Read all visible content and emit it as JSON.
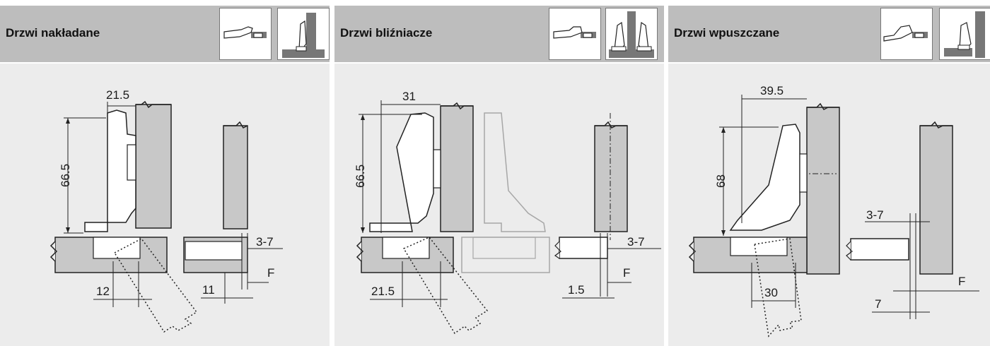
{
  "panels": [
    {
      "title": "Drzwi nakładane",
      "dims": {
        "width_top": "21.5",
        "height": "66.5",
        "gap": "3-7",
        "f": "F",
        "bottom_left": "12",
        "bottom_right": "11"
      }
    },
    {
      "title": "Drzwi bliźniacze",
      "dims": {
        "width_top": "31",
        "height": "66.5",
        "gap": "3-7",
        "f": "F",
        "bottom_left": "21.5",
        "bottom_right": "1.5"
      }
    },
    {
      "title": "Drzwi wpuszczane",
      "dims": {
        "width_top": "39.5",
        "height": "68",
        "gap": "3-7",
        "f": "F",
        "bottom_left": "30",
        "bottom_right": "7"
      }
    }
  ]
}
